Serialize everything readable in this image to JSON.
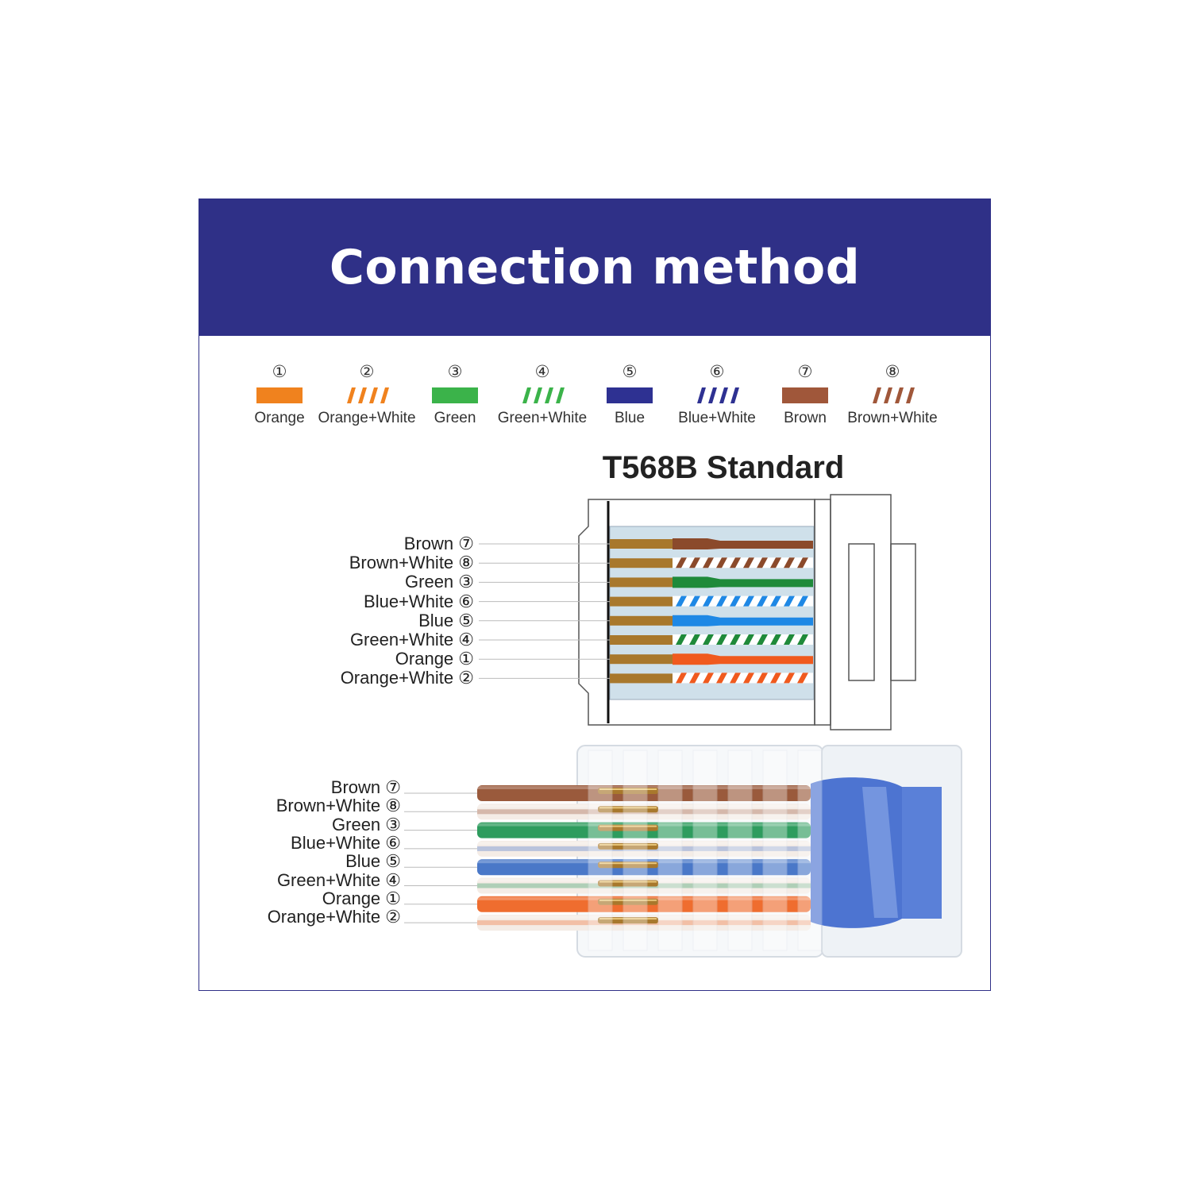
{
  "banner": {
    "title": "Connection method"
  },
  "legend": [
    {
      "num": "①",
      "label": "Orange",
      "color": "#f0821e",
      "striped": false
    },
    {
      "num": "②",
      "label": "Orange+White",
      "color": "#f0821e",
      "striped": true
    },
    {
      "num": "③",
      "label": "Green",
      "color": "#3bb34a",
      "striped": false
    },
    {
      "num": "④",
      "label": "Green+White",
      "color": "#3bb34a",
      "striped": true
    },
    {
      "num": "⑤",
      "label": "Blue",
      "color": "#2e3192",
      "striped": false
    },
    {
      "num": "⑥",
      "label": "Blue+White",
      "color": "#2e3192",
      "striped": true
    },
    {
      "num": "⑦",
      "label": "Brown",
      "color": "#a0573a",
      "striped": false
    },
    {
      "num": "⑧",
      "label": "Brown+White",
      "color": "#a0573a",
      "striped": true
    }
  ],
  "standard": {
    "title": "T568B Standard"
  },
  "wiring_order": [
    {
      "label": "Brown ⑦",
      "color": "#8b4a2b",
      "striped": false
    },
    {
      "label": "Brown+White ⑧",
      "color": "#8b4a2b",
      "striped": true
    },
    {
      "label": "Green ③",
      "color": "#1f8a3a",
      "striped": false
    },
    {
      "label": "Blue+White ⑥",
      "color": "#1e88e5",
      "striped": true
    },
    {
      "label": "Blue ⑤",
      "color": "#1e88e5",
      "striped": false
    },
    {
      "label": "Green+White ④",
      "color": "#1f8a3a",
      "striped": true
    },
    {
      "label": "Orange ①",
      "color": "#f05a1e",
      "striped": false
    },
    {
      "label": "Orange+White ②",
      "color": "#f05a1e",
      "striped": true
    }
  ],
  "photo_wiring_order": [
    {
      "label": "Brown ⑦",
      "color": "#9a5a3c",
      "striped": false
    },
    {
      "label": "Brown+White ⑧",
      "color": "#9a5a3c",
      "striped": true
    },
    {
      "label": "Green ③",
      "color": "#2e9c5e",
      "striped": false
    },
    {
      "label": "Blue+White ⑥",
      "color": "#4a78c8",
      "striped": true
    },
    {
      "label": "Blue ⑤",
      "color": "#4a78c8",
      "striped": false
    },
    {
      "label": "Green+White ④",
      "color": "#2e9c5e",
      "striped": true
    },
    {
      "label": "Orange ①",
      "color": "#ef6d2f",
      "striped": false
    },
    {
      "label": "Orange+White ②",
      "color": "#ef6d2f",
      "striped": true
    }
  ],
  "colors": {
    "banner": "#2f3087",
    "contact_gold": "#a8782c",
    "boot_blue": "#4d74d1"
  }
}
